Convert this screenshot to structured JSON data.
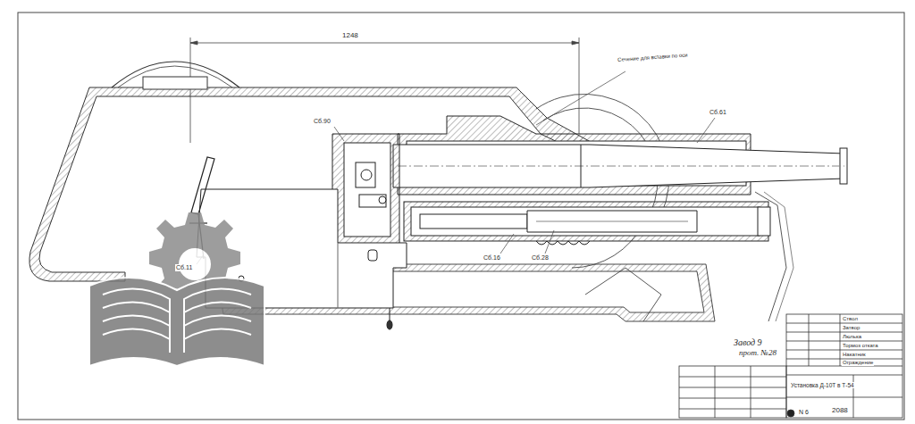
{
  "diagram": {
    "labels": [
      "1248",
      "Сечение для вставки по оси",
      "Сб.90",
      "Сб.61",
      "Сб.16",
      "Сб.28",
      "Сб.11",
      "Завод 9",
      "прот. №28",
      "Ствол",
      "Затвор",
      "Люлька",
      "Тормоз отката",
      "Накатник",
      "Ограждение",
      "Установка Д-10Т в Т-54",
      "N 6",
      "2088"
    ]
  }
}
